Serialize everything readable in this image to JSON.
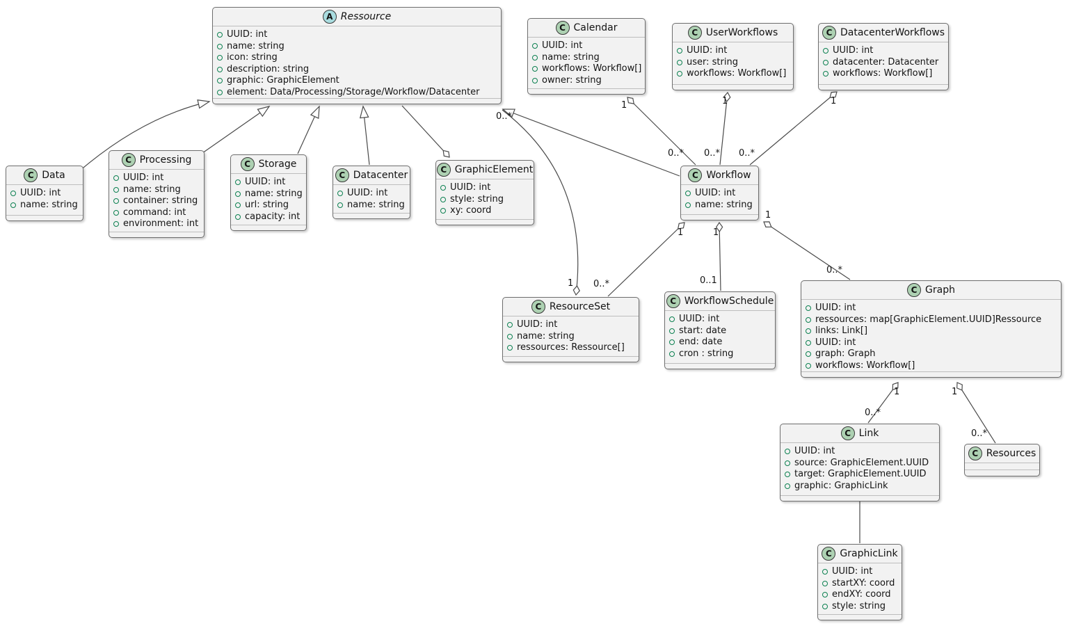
{
  "icons": {
    "class_letter": "C",
    "abstract_letter": "A"
  },
  "colors": {
    "class_fill": "#f2f2f2",
    "class_border": "#6e6e6e",
    "class_circle_fill": "#add1b2",
    "abstract_circle_fill": "#a9dcdf",
    "field_dot": "#0b8050",
    "edge_line": "#4a4a4a"
  },
  "classes": {
    "ressource": {
      "name": "Ressource",
      "stereotype": "abstract",
      "attributes": [
        "UUID: int",
        "name: string",
        "icon: string",
        "description: string",
        "graphic: GraphicElement",
        "element: Data/Processing/Storage/Workflow/Datacenter"
      ]
    },
    "calendar": {
      "name": "Calendar",
      "stereotype": "class",
      "attributes": [
        "UUID: int",
        "name: string",
        "workflows: Workflow[]",
        "owner: string"
      ]
    },
    "userworkflows": {
      "name": "UserWorkflows",
      "stereotype": "class",
      "attributes": [
        "UUID: int",
        "user: string",
        "workflows: Workflow[]"
      ]
    },
    "datacenterworkflows": {
      "name": "DatacenterWorkflows",
      "stereotype": "class",
      "attributes": [
        "UUID: int",
        "datacenter: Datacenter",
        "workflows: Workflow[]"
      ]
    },
    "data": {
      "name": "Data",
      "stereotype": "class",
      "attributes": [
        "UUID: int",
        "name: string"
      ]
    },
    "processing": {
      "name": "Processing",
      "stereotype": "class",
      "attributes": [
        "UUID: int",
        "name: string",
        "container: string",
        "command: int",
        "environment: int"
      ]
    },
    "storage": {
      "name": "Storage",
      "stereotype": "class",
      "attributes": [
        "UUID: int",
        "name: string",
        "url: string",
        "capacity: int"
      ]
    },
    "datacenter": {
      "name": "Datacenter",
      "stereotype": "class",
      "attributes": [
        "UUID: int",
        "name: string"
      ]
    },
    "graphicelement": {
      "name": "GraphicElement",
      "stereotype": "class",
      "attributes": [
        "UUID: int",
        "style: string",
        "xy: coord"
      ]
    },
    "workflow": {
      "name": "Workflow",
      "stereotype": "class",
      "attributes": [
        "UUID: int",
        "name: string"
      ]
    },
    "resourceset": {
      "name": "ResourceSet",
      "stereotype": "class",
      "attributes": [
        "UUID: int",
        "name: string",
        "ressources: Ressource[]"
      ]
    },
    "workflowschedule": {
      "name": "WorkflowSchedule",
      "stereotype": "class",
      "attributes": [
        "UUID: int",
        "start: date",
        "end: date",
        "cron : string"
      ]
    },
    "graph": {
      "name": "Graph",
      "stereotype": "class",
      "attributes": [
        "UUID: int",
        "ressources: map[GraphicElement.UUID]Ressource",
        "links: Link[]",
        "UUID: int",
        "graph: Graph",
        "workflows: Workflow[]"
      ]
    },
    "link": {
      "name": "Link",
      "stereotype": "class",
      "attributes": [
        "UUID: int",
        "source: GraphicElement.UUID",
        "target: GraphicElement.UUID",
        "graphic: GraphicLink"
      ]
    },
    "resources": {
      "name": "Resources",
      "stereotype": "class",
      "attributes": []
    },
    "graphiclink": {
      "name": "GraphicLink",
      "stereotype": "class",
      "attributes": [
        "UUID: int",
        "startXY: coord",
        "endXY: coord",
        "style: string"
      ]
    }
  },
  "multiplicities": {
    "calendar_end": "1",
    "calendar_workflow_end": "0..*",
    "userworkflows_end": "1",
    "userworkflows_workflow_end": "0..*",
    "datacenterworkflows_end": "1",
    "datacenterworkflows_workflow_end": "0..*",
    "resourceset_ressource_ressource_end": "0..*",
    "resourceset_ressource_set_end": "1",
    "workflow_resourceset_workflow_end": "1",
    "workflow_resourceset_set_end": "0..*",
    "workflow_schedule_workflow_end": "1",
    "workflow_schedule_schedule_end": "0..1",
    "workflow_graph_workflow_end": "1",
    "workflow_graph_graph_end": "0..*",
    "graph_link_graph_end": "1",
    "graph_link_link_end": "0..*",
    "graph_resources_graph_end": "1",
    "graph_resources_resources_end": "0..*"
  }
}
